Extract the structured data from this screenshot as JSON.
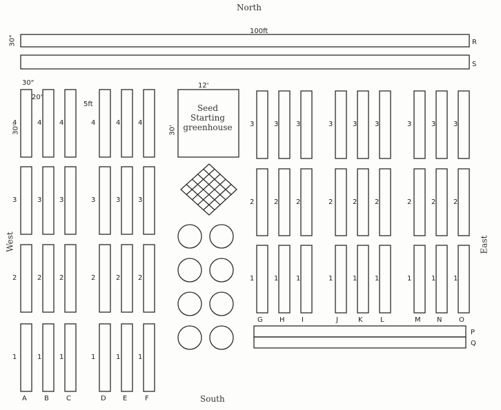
{
  "compass": {
    "north": "North",
    "south": "South",
    "east": "East",
    "west": "West"
  },
  "long_beds": {
    "top_length": "100ft",
    "top_width": "30\"",
    "row_r": "R",
    "row_s": "S",
    "row_p": "P",
    "row_q": "Q"
  },
  "greenhouse": {
    "title": "Seed Starting greenhouse",
    "width": "12'",
    "depth": "30'"
  },
  "west_dims": {
    "w1": "30\"",
    "w2": "20\"",
    "len_a": "30'",
    "len_b": "5ft"
  },
  "west_columns": [
    "A",
    "B",
    "C",
    "D",
    "E",
    "F"
  ],
  "east_columns": [
    "G",
    "H",
    "I",
    "J",
    "K",
    "L",
    "M",
    "N",
    "O"
  ],
  "west_rows": [
    "4",
    "3",
    "2",
    "1"
  ],
  "east_rows": [
    "3",
    "2",
    "1"
  ]
}
